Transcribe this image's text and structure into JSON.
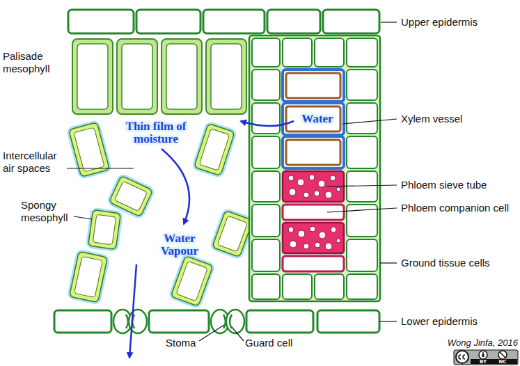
{
  "diagram": {
    "labels": [
      "Upper epidermis",
      "Palisade mesophyll",
      "Water",
      "Xylem vessel",
      "Thin film of moisture",
      "Intercellular air spaces",
      "Phloem sieve tube",
      "Spongy mesophyll",
      "Phloem companion cell",
      "Water Vapour",
      "Ground tissue cells",
      "Lower epidermis",
      "Wong Jinfa, 2016",
      "Stoma",
      "Guard cell",
      "BY",
      "NC"
    ]
  }
}
